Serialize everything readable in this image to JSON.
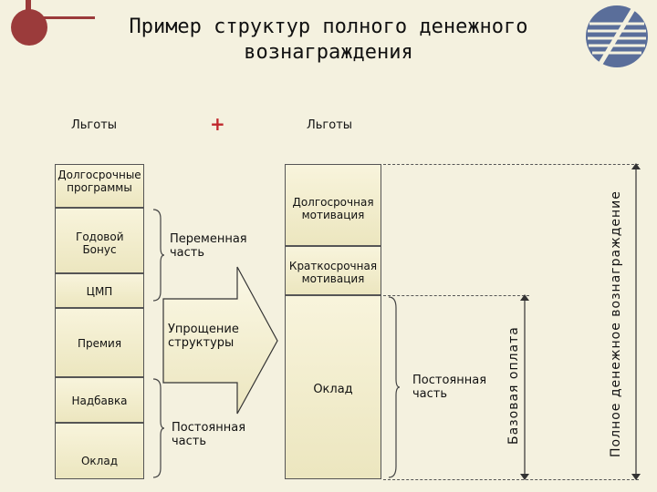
{
  "title": "Пример структур полного денежного вознаграждения",
  "colors": {
    "background": "#f4f1df",
    "box": "#f1ecc8",
    "plus": "#c0282c",
    "logo_bar": "#9b3b3b"
  },
  "left_header": "Льготы",
  "plus_sign": "+",
  "right_header": "Льготы",
  "left_column": [
    {
      "text": "Долгосрочные программы"
    },
    {
      "text": "Годовой Бонус"
    },
    {
      "text": "ЦМП"
    },
    {
      "text": "Премия"
    },
    {
      "text": "Надбавка"
    },
    {
      "text": "Оклад"
    }
  ],
  "brace_labels": {
    "variable": "Переменная часть",
    "fixed": "Постоянная часть"
  },
  "arrow_label": "Упрощение структуры",
  "right_column": [
    {
      "text": "Долгосрочная мотивация"
    },
    {
      "text": "Краткосрочная мотивация"
    },
    {
      "text": "Оклад"
    }
  ],
  "right_brace_label": "Постоянная часть",
  "vertical_labels": {
    "base_pay": "Базовая оплата",
    "total_pay": "Полное денежное вознаграждение"
  }
}
